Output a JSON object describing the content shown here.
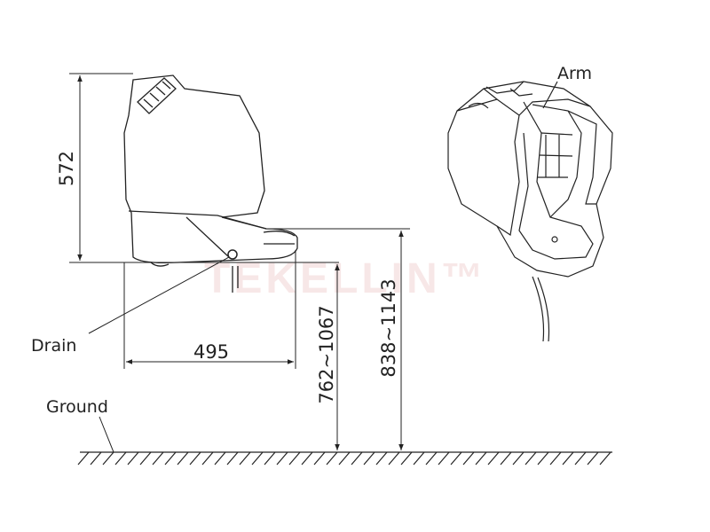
{
  "dimensions": {
    "height_unit": "572",
    "depth": "495",
    "rim_height_range": "762~1067",
    "seat_height_range": "838~1143"
  },
  "labels": {
    "drain": "Drain",
    "ground": "Ground",
    "arm": "Arm"
  },
  "watermark": "TEKELLIN™",
  "colors": {
    "line": "#222222",
    "watermark": "#f3d8d8"
  }
}
